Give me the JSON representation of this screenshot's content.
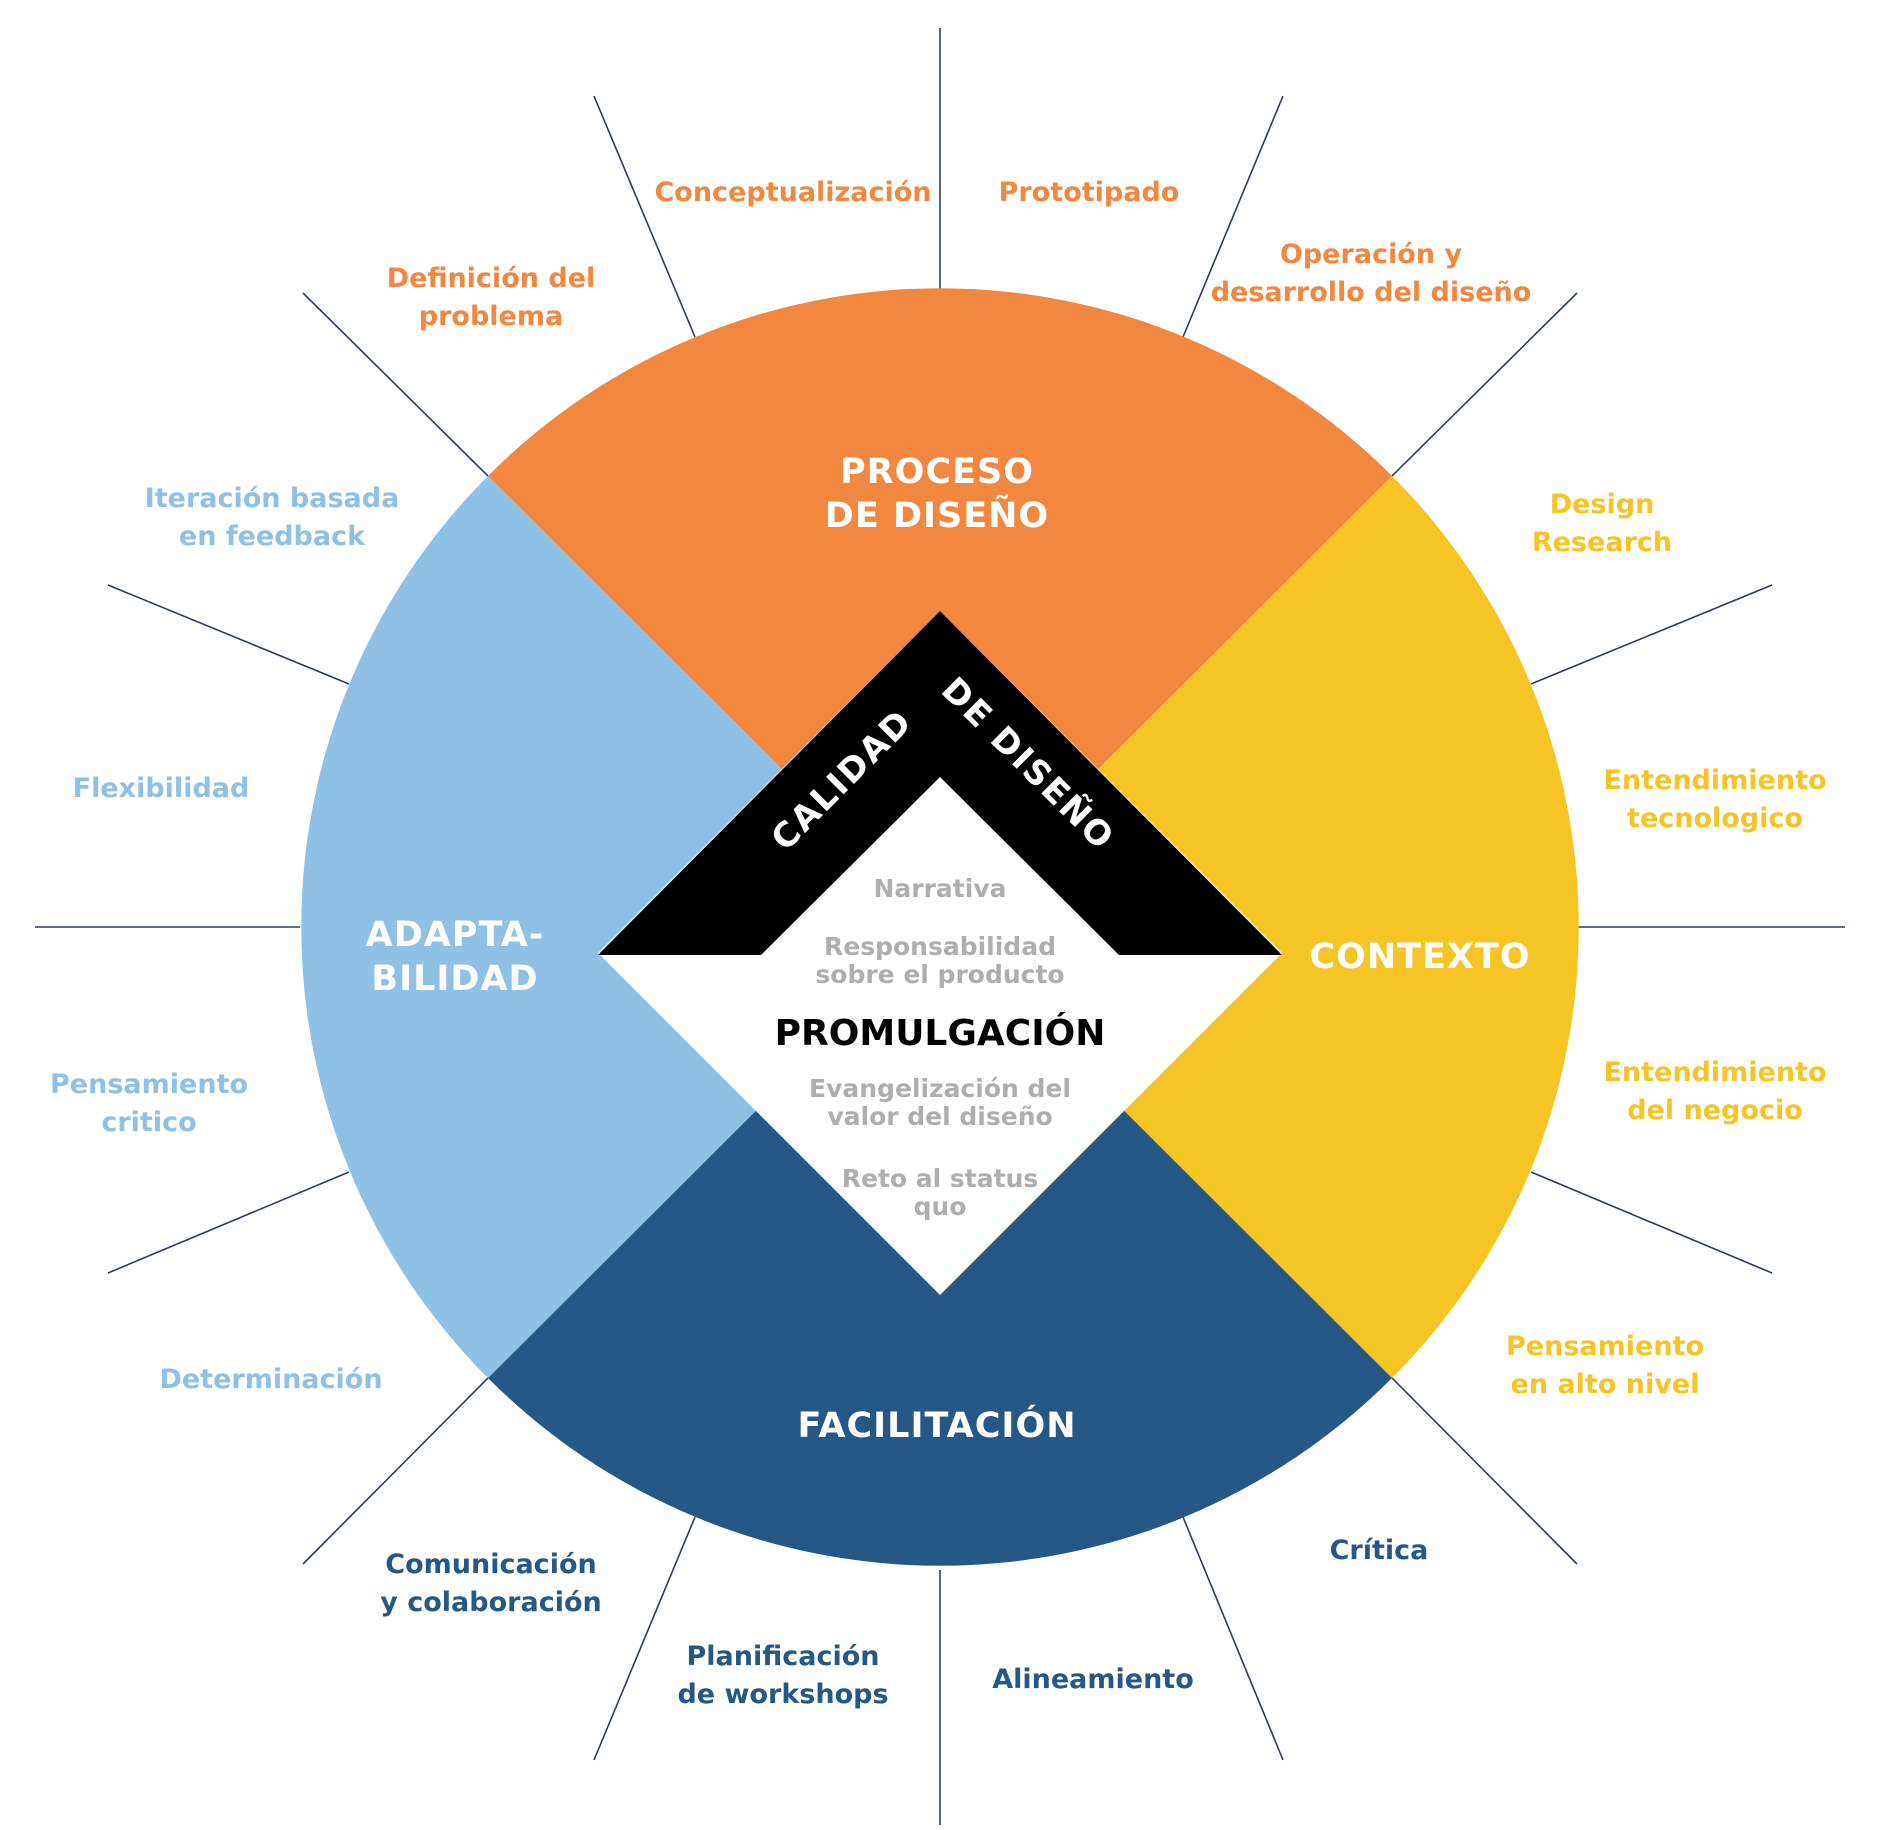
{
  "colors": {
    "proceso": "#F28840",
    "contexto": "#F6C424",
    "facilitacion": "#265885",
    "adaptabilidad": "#8FC1E5",
    "inner_gray": "#AEAEAE",
    "line": "#2E3A66"
  },
  "center": {
    "band_label_1": "CALIDAD",
    "band_label_2": "DE DISEÑO",
    "title": "PROMULGACIÓN",
    "items": {
      "narrativa": "Narrativa",
      "responsabilidad_1": "Responsabilidad",
      "responsabilidad_2": "sobre el producto",
      "evangelizacion_1": "Evangelización del",
      "evangelizacion_2": "valor del diseño",
      "reto_1": "Reto al status",
      "reto_2": "quo"
    }
  },
  "segments": {
    "proceso_1": "PROCESO",
    "proceso_2": "DE DISEÑO",
    "contexto": "CONTEXTO",
    "facilitacion": "FACILITACIÓN",
    "adaptabilidad_1": "ADAPTA-",
    "adaptabilidad_2": "BILIDAD"
  },
  "outer_labels": {
    "conceptualizacion": "Conceptualización",
    "prototipado": "Prototipado",
    "operacion_1": "Operación y",
    "operacion_2": "desarrollo del diseño",
    "definicion_1": "Definición del",
    "definicion_2": "problema",
    "design_research_1": "Design",
    "design_research_2": "Research",
    "tecnologico_1": "Entendimiento",
    "tecnologico_2": "tecnologico",
    "negocio_1": "Entendimiento",
    "negocio_2": "del negocio",
    "alto_nivel_1": "Pensamiento",
    "alto_nivel_2": "en alto nivel",
    "critica": "Crítica",
    "alineamiento": "Alineamiento",
    "workshops_1": "Planificación",
    "workshops_2": "de workshops",
    "comunicacion_1": "Comunicación",
    "comunicacion_2": "y colaboración",
    "determinacion": "Determinación",
    "critico_1": "Pensamiento",
    "critico_2": "critico",
    "flexibilidad": "Flexibilidad",
    "iteracion_1": "Iteración basada",
    "iteracion_2": "en feedback"
  }
}
